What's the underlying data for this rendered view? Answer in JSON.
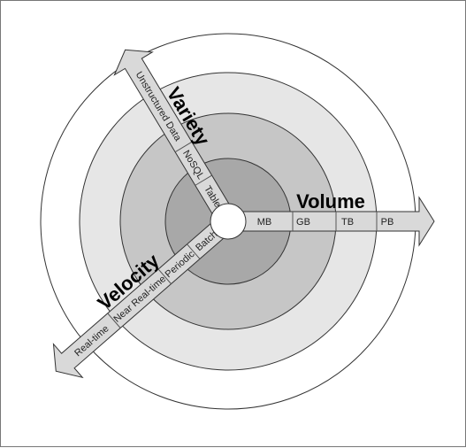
{
  "diagram": {
    "volume": {
      "title": "Volume",
      "levels": [
        "MB",
        "GB",
        "TB",
        "PB"
      ]
    },
    "variety": {
      "title": "Variety",
      "levels": [
        "Table",
        "NoSQL",
        "Unstructured Data"
      ]
    },
    "velocity": {
      "title": "Velocity",
      "levels": [
        "Batch",
        "Periodic",
        "Near Real-time",
        "Real-time"
      ]
    },
    "colors": {
      "ring_outer": "#ffffff",
      "ring_2": "#e6e6e6",
      "ring_3": "#c6c6c6",
      "ring_inner": "#a8a8a8",
      "arrow_fill": "#d9d9d9",
      "stroke": "#333333"
    }
  }
}
